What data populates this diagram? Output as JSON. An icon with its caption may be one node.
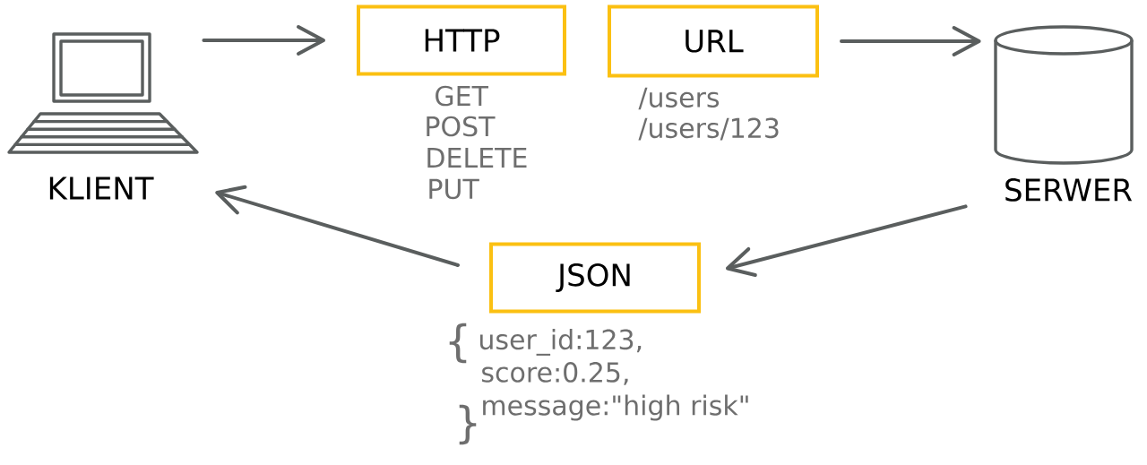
{
  "diagram": {
    "nodes": [
      {
        "text": [],
        "shape": "picture",
        "beside": [
          "KLIENT"
        ]
      },
      {
        "text": [
          "HTTP"
        ],
        "beside": [
          "GET",
          "POST",
          "DELETE",
          "PUT"
        ]
      },
      {
        "text": [
          "URL"
        ],
        "beside": [
          "/users",
          "/users/123"
        ]
      },
      {
        "text": [],
        "shape": "cylinder",
        "beside": [
          "SERWER"
        ]
      },
      {
        "text": [
          "JSON"
        ],
        "beside": [
          "{",
          "user_id:123,",
          "score:0.25,",
          "message:\"high risk\"",
          "}"
        ]
      }
    ],
    "edges": [
      {
        "from": 0,
        "to": 1,
        "arrow": "to"
      },
      {
        "from": 2,
        "to": 3,
        "arrow": "to"
      },
      {
        "from": 3,
        "to": 4,
        "arrow": "to"
      },
      {
        "from": 4,
        "to": 0,
        "arrow": "to"
      }
    ]
  }
}
